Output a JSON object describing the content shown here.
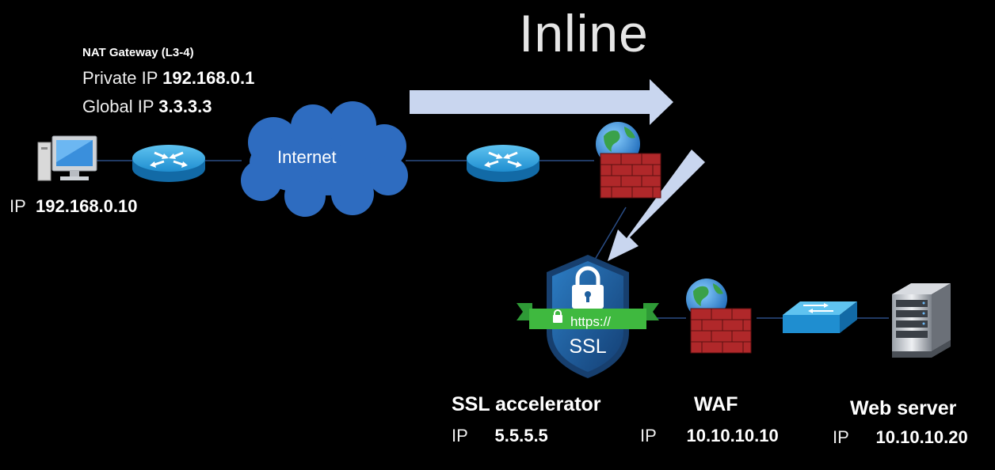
{
  "title": "Inline",
  "nat_gateway": {
    "title": "NAT Gateway (L3-4)",
    "private_ip_label": "Private IP",
    "private_ip": "192.168.0.1",
    "global_ip_label": "Global IP",
    "global_ip": "3.3.3.3"
  },
  "client": {
    "ip_label": "IP",
    "ip": "192.168.0.10"
  },
  "cloud": {
    "label": "Internet"
  },
  "ssl_badge": {
    "url_text": "https://",
    "text": "SSL"
  },
  "ssl_accelerator": {
    "name": "SSL accelerator",
    "ip_label": "IP",
    "ip": "5.5.5.5"
  },
  "waf": {
    "name": "WAF",
    "ip_label": "IP",
    "ip": "10.10.10.10"
  },
  "web_server": {
    "name": "Web server",
    "ip_label": "IP",
    "ip": "10.10.10.20"
  },
  "colors": {
    "background": "#000000",
    "arrow": "#c9d6ef",
    "router": "#1d8fd0",
    "cloud": "#2f6fbf",
    "firewall_brick": "#b0282a",
    "ssl_shield": "#1f5f9e",
    "ssl_ribbon": "#3fb93f"
  }
}
